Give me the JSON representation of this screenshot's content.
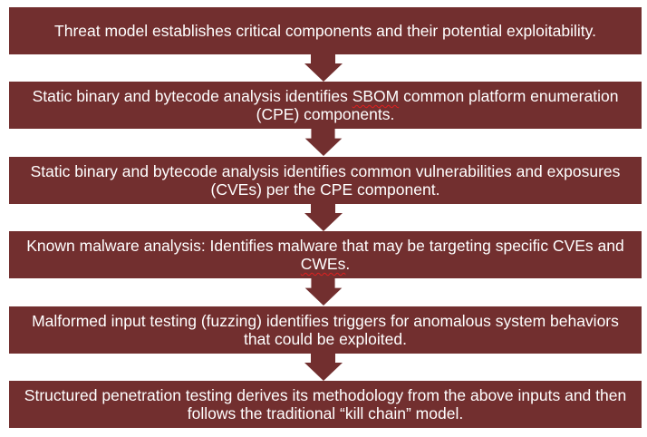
{
  "diagram": {
    "type": "vertical-flowchart",
    "box_color": "#722f2f",
    "text_color": "#ffffff",
    "steps": [
      {
        "pre": "Threat model establishes critical components and their potential exploitability.",
        "flag": "",
        "post": ""
      },
      {
        "pre": "Static binary and bytecode analysis identifies ",
        "flag": "SBOM",
        "post": " common platform enumeration (CPE) components."
      },
      {
        "pre": "Static binary and bytecode analysis identifies common vulnerabilities and exposures (CVEs) per the CPE component.",
        "flag": "",
        "post": ""
      },
      {
        "pre": "Known malware analysis: Identifies malware that may be targeting specific CVEs and ",
        "flag": "CWEs",
        "post": "."
      },
      {
        "pre": "Malformed input testing (fuzzing) identifies triggers for anomalous system behaviors that could be exploited.",
        "flag": "",
        "post": ""
      },
      {
        "pre": "Structured penetration testing derives its methodology from the above inputs and then follows the traditional “kill chain” model.",
        "flag": "",
        "post": ""
      }
    ],
    "arrows": [
      "down-arrow",
      "down-arrow",
      "down-arrow",
      "down-arrow",
      "down-arrow"
    ]
  }
}
